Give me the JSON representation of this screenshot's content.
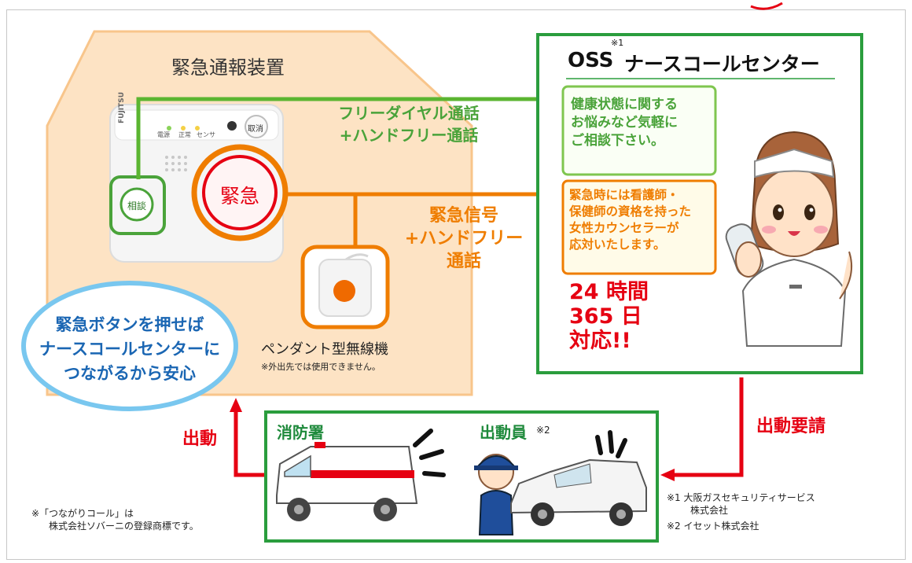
{
  "colors": {
    "house_fill": "#fde3c4",
    "house_stroke": "#f8c58b",
    "green_arrow": "#5bb531",
    "orange_arrow": "#ef7d00",
    "red_arrow": "#e60012",
    "call_center_border": "#2a9d3d",
    "speech_bubble_border": "#79c7ef",
    "text_red": "#e60012"
  },
  "house": {
    "title": "緊急通報装置",
    "device": {
      "brand": "FUJITSU",
      "button_emergency": "緊急",
      "button_consult": "相談",
      "button_cancel": "取消",
      "indicator_labels": [
        "電源",
        "正常",
        "センサ"
      ]
    },
    "pendant": {
      "label": "ペンダント型無線機",
      "note": "※外出先では使用できません。"
    },
    "bubble": {
      "lines": [
        "緊急ボタンを押せば",
        "ナースコールセンターに",
        "つながるから安心"
      ]
    }
  },
  "arrows": {
    "freedial": {
      "lines": [
        "フリーダイヤル通話",
        "+ハンドフリー通話"
      ]
    },
    "emergency_signal": {
      "lines": [
        "緊急信号",
        "+ハンドフリー",
        "通話"
      ]
    },
    "dispatch_request": "出動要請",
    "dispatch": "出動"
  },
  "call_center": {
    "title_prefix": "OSS",
    "title_sup": "※1",
    "title_main": "ナースコールセンター",
    "box_health": {
      "lines": [
        "健康状態に関する",
        "お悩みなど気軽に",
        "ご相談下さい。"
      ]
    },
    "box_emergency": {
      "lines": [
        "緊急時には看護師・",
        "保健師の資格を持った",
        "女性カウンセラーが",
        "応対いたします。"
      ]
    },
    "hours": {
      "lines": [
        "24 時間",
        "365 日",
        "対応!!"
      ]
    }
  },
  "responders": {
    "fire_station": "消防署",
    "dispatcher": "出動員",
    "dispatcher_note": "※2"
  },
  "footnotes": {
    "left": [
      "※「つながりコール」は",
      "株式会社ソバーニの登録商標です。"
    ],
    "right_1": [
      "※1 大阪ガスセキュリティサービス",
      "株式会社"
    ],
    "right_2": "※2 イセット株式会社"
  }
}
